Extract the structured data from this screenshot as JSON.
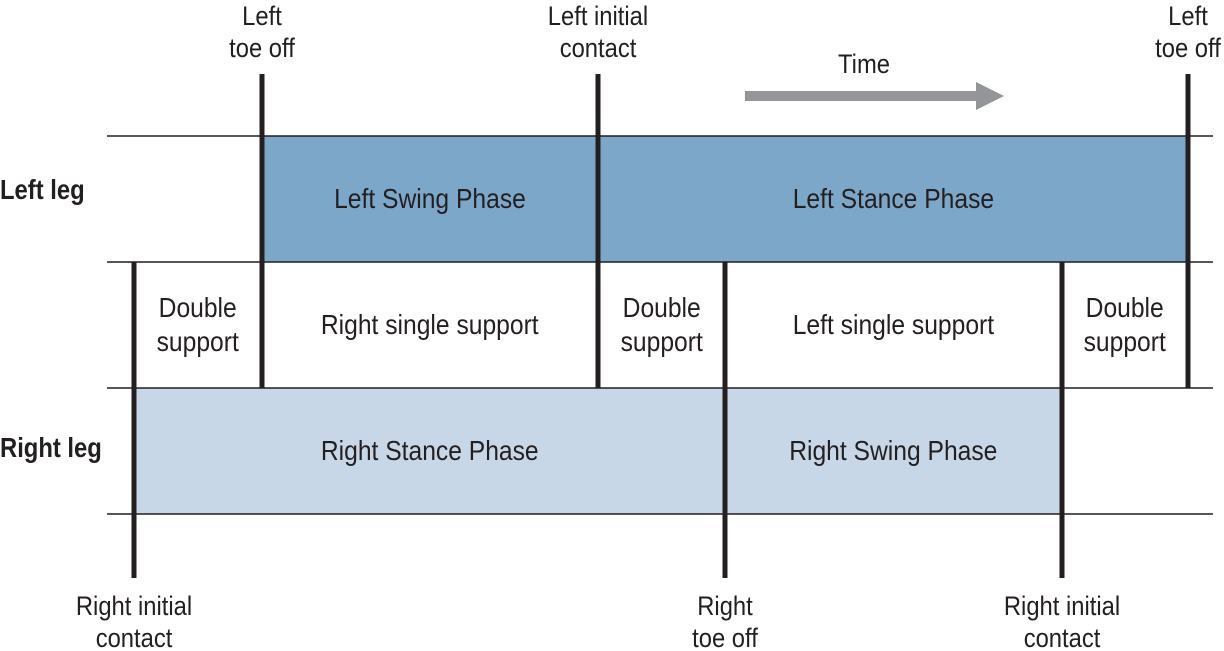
{
  "rows": {
    "left_leg": "Left leg",
    "right_leg": "Right leg"
  },
  "top_events": [
    "Left\ntoe off",
    "Left initial\ncontact",
    "Left\ntoe off"
  ],
  "bottom_events": [
    "Right initial\ncontact",
    "Right\ntoe off",
    "Right initial\ncontact"
  ],
  "time_label": "Time",
  "left_leg_phases": [
    "Left Swing Phase",
    "Left Stance Phase"
  ],
  "right_leg_phases": [
    "Right Stance Phase",
    "Right Swing Phase"
  ],
  "support_phases": [
    "Double\nsupport",
    "Right single support",
    "Double\nsupport",
    "Left single support",
    "Double\nsupport"
  ],
  "colors": {
    "left_leg_fill": "#7da7c9",
    "right_leg_fill": "#c8d7e7",
    "arrow": "#939598",
    "line": "#231f20"
  }
}
